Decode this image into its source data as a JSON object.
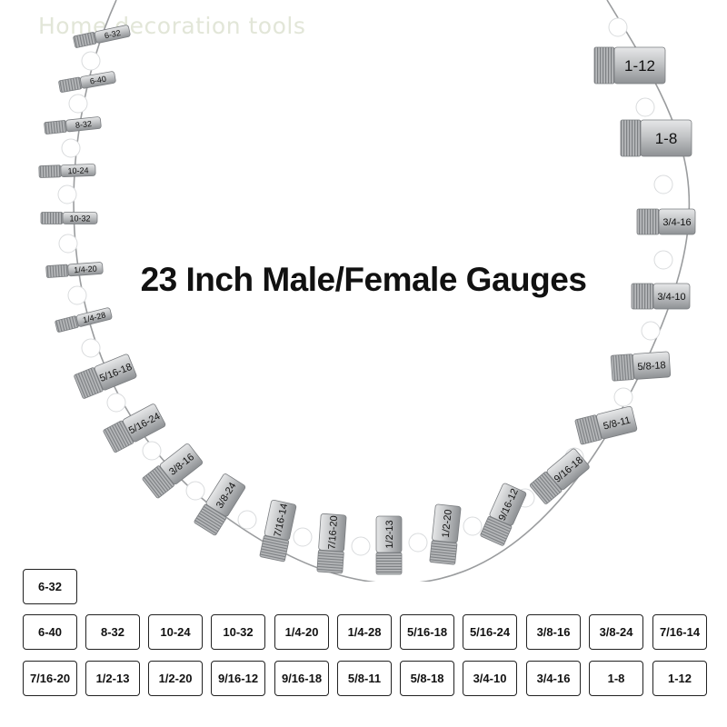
{
  "watermark": "Home decoration tools",
  "headline": "23 Inch Male/Female Gauges",
  "colors": {
    "metal": "#c4c6c8",
    "metal_dark": "#8f9295",
    "bead": "#ffffff",
    "text": "#111111"
  },
  "left_gauges": [
    "6-32",
    "6-40",
    "8-32",
    "10-24",
    "10-32",
    "1/4-20",
    "1/4-28",
    "5/16-18",
    "5/16-24",
    "3/8-16",
    "3/8-24",
    "7/16-14",
    "7/16-20",
    "1/2-13"
  ],
  "right_gauges": [
    "1-12",
    "1-8",
    "3/4-16",
    "3/4-10",
    "5/8-18",
    "5/8-11",
    "9/16-18",
    "9/16-12",
    "1/2-20"
  ],
  "label_rows": [
    [
      "6-32"
    ],
    [
      "6-40",
      "8-32",
      "10-24",
      "10-32",
      "1/4-20",
      "1/4-28",
      "5/16-18",
      "5/16-24",
      "3/8-16",
      "3/8-24",
      "7/16-14"
    ],
    [
      "7/16-20",
      "1/2-13",
      "1/2-20",
      "9/16-12",
      "9/16-18",
      "5/8-11",
      "5/8-18",
      "3/4-10",
      "3/4-16",
      "1-8",
      "1-12"
    ]
  ]
}
